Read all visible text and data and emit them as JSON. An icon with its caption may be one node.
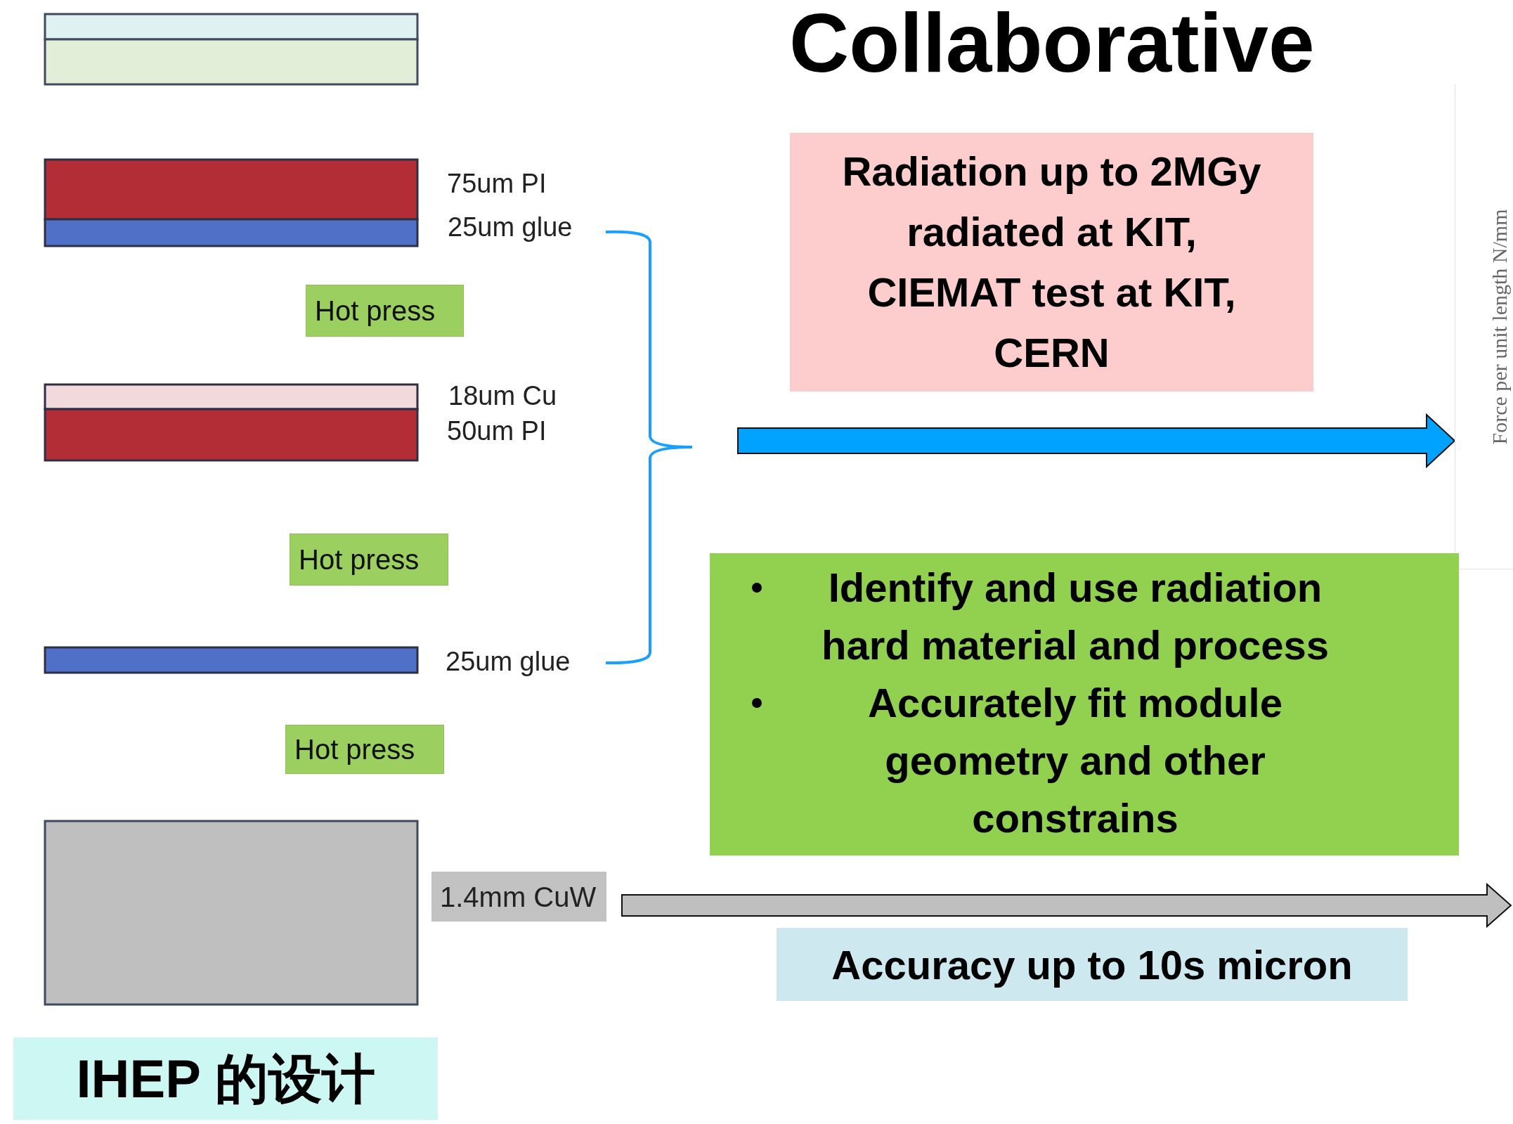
{
  "diagram": {
    "title": "Collaborative",
    "nodes": [
      {
        "text": [
          "Hot press"
        ]
      },
      {
        "text": [
          "Hot press"
        ]
      },
      {
        "text": [
          "Hot press"
        ]
      },
      {
        "text": [
          "1.4mm CuW"
        ]
      },
      {
        "text": [
          "IHEP 的设计"
        ]
      },
      {
        "text": [
          "Radiation up to 2MGy radiated at KIT, CIEMAT test at KIT, CERN"
        ]
      },
      {
        "text": [
          "Force per unit length N/mm"
        ]
      },
      {
        "text": [
          "Identify and use radiation hard material and process",
          "Accurately fit module geometry and other constrains"
        ]
      },
      {
        "text": [
          "Accuracy up to 10s micron"
        ]
      }
    ],
    "edges": [
      {
        "from": null,
        "to": 6,
        "arrow": "to",
        "style": "thick",
        "color": "#00a2ff"
      },
      {
        "from": 3,
        "to": null,
        "arrow": "to",
        "style": "thick",
        "color": "#bfbfbf"
      }
    ],
    "labels": [
      "75um PI",
      "25um glue",
      "18um Cu",
      "50um PI",
      "25um glue"
    ]
  }
}
